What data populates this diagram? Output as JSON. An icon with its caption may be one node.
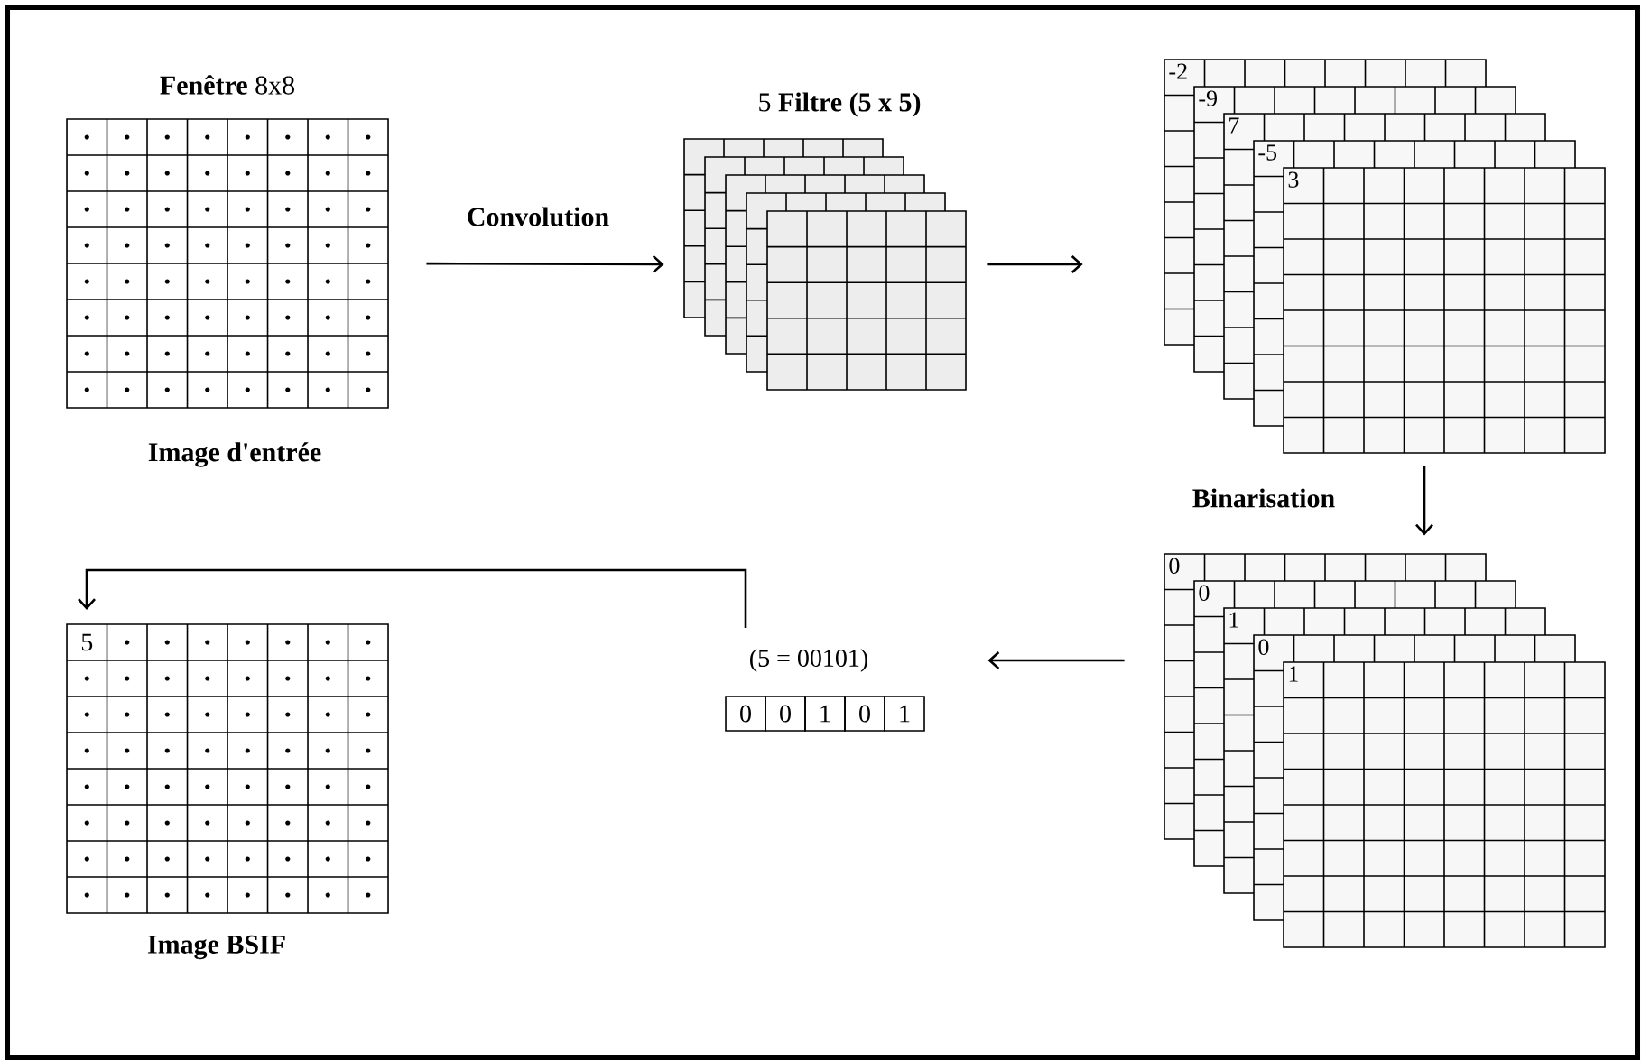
{
  "diagram": {
    "nodes": [
      {
        "text": [
          "**Fenêtre** 8x8",
          "Image d'entrée"
        ]
      },
      {
        "text": [
          "5 **Filtre (5 x 5)**"
        ]
      },
      {
        "text": [
          "-2",
          "-9",
          "7",
          "-5",
          "3"
        ]
      },
      {
        "text": [
          "0",
          "0",
          "1",
          "0",
          "1"
        ]
      },
      {
        "text": [
          "(5 = 00101)",
          "0",
          "0",
          "1",
          "0",
          "1"
        ]
      },
      {
        "text": [
          "5",
          "Image BSIF"
        ]
      }
    ],
    "edges": [
      {
        "from": 0,
        "to": 1,
        "arrow": "to",
        "label": "Convolution"
      },
      {
        "from": 1,
        "to": 2,
        "arrow": "to"
      },
      {
        "from": 2,
        "to": 3,
        "arrow": "to",
        "label": "Binarisation"
      },
      {
        "from": 3,
        "to": 4,
        "arrow": "to"
      },
      {
        "from": 4,
        "to": 5,
        "arrow": "to"
      }
    ]
  }
}
